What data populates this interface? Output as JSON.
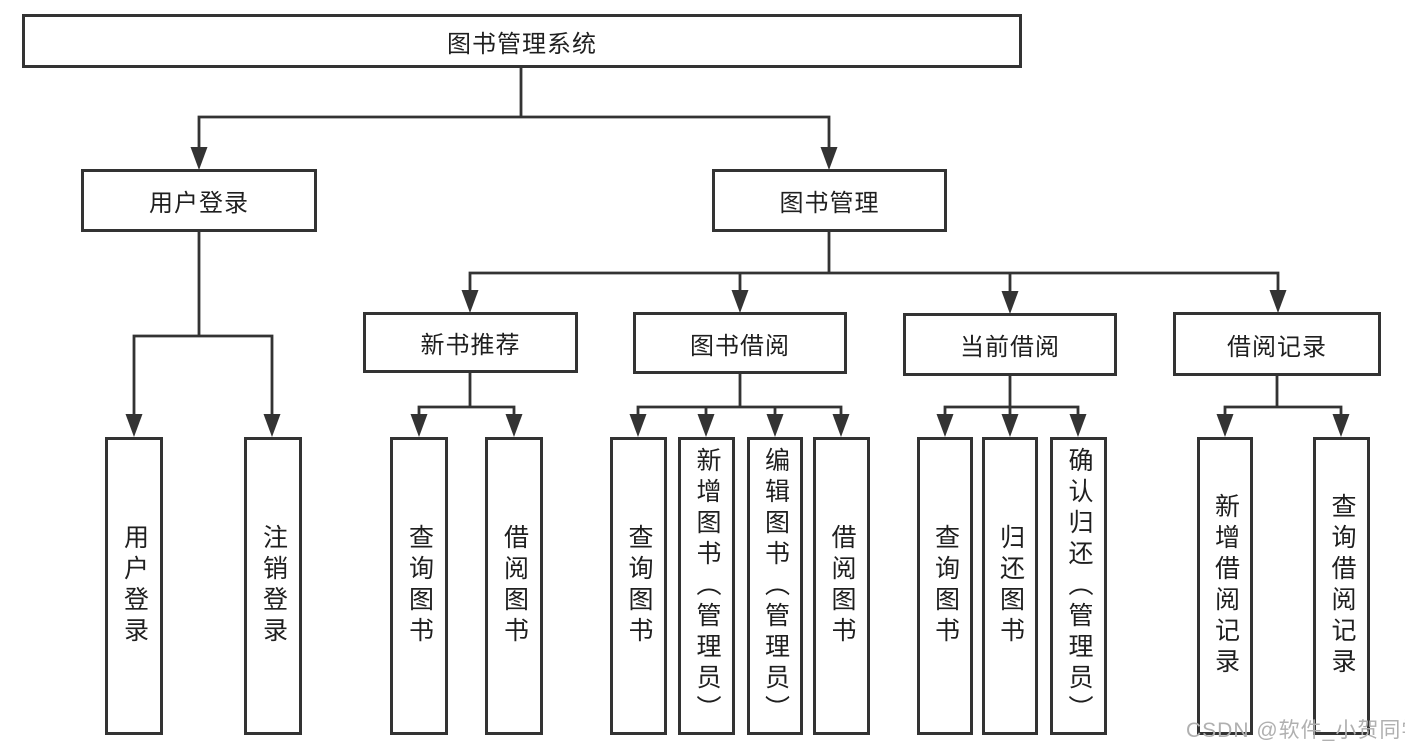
{
  "tree": {
    "root": "图书管理系统",
    "children": [
      {
        "label": "用户登录",
        "children": [
          "用户登录",
          "注销登录"
        ]
      },
      {
        "label": "图书管理",
        "children": [
          {
            "label": "新书推荐",
            "children": [
              "查询图书",
              "借阅图书"
            ]
          },
          {
            "label": "图书借阅",
            "children": [
              "查询图书",
              "新增图书（管理员）",
              "编辑图书（管理员）",
              "借阅图书"
            ]
          },
          {
            "label": "当前借阅",
            "children": [
              "查询图书",
              "归还图书",
              "确认归还（管理员）"
            ]
          },
          {
            "label": "借阅记录",
            "children": [
              "新增借阅记录",
              "查询借阅记录"
            ]
          }
        ]
      }
    ]
  },
  "watermark": "CSDN @软件_小贺同学",
  "colors": {
    "line": "#333333",
    "text": "#1f1f1f",
    "background": "#ffffff",
    "watermark": "#b0b0b0"
  }
}
